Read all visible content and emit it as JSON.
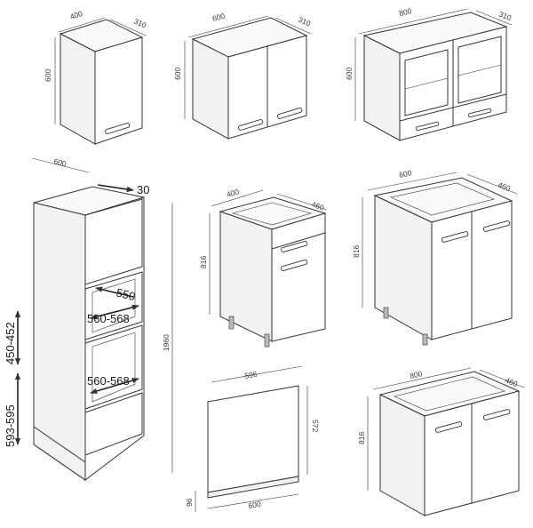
{
  "dimensions": {
    "wall_400": {
      "width": "400",
      "depth": "310",
      "height": "600"
    },
    "wall_600": {
      "width": "600",
      "depth": "310",
      "height": "600"
    },
    "wall_800": {
      "width": "800",
      "depth": "310",
      "height": "600"
    },
    "tall_oven": {
      "width": "600",
      "depth": "30",
      "height": "1960",
      "niche_upper_depth": "550",
      "niche_upper_width": "560-568",
      "niche_upper_height": "450-452",
      "niche_lower_width": "560-568",
      "niche_lower_height": "593-595"
    },
    "base_400_drawer": {
      "width": "400",
      "depth": "460",
      "height": "816"
    },
    "base_600_sink": {
      "width": "600",
      "depth": "460",
      "height": "816"
    },
    "dishwasher_front": {
      "width_top": "596",
      "height": "572",
      "width_bottom": "600",
      "plinth": "96"
    },
    "base_800_sink": {
      "width": "800",
      "depth": "460",
      "height": "816"
    }
  },
  "colors": {
    "line": "#333333",
    "panel_side": "#f2f2f2",
    "background": "#ffffff"
  }
}
